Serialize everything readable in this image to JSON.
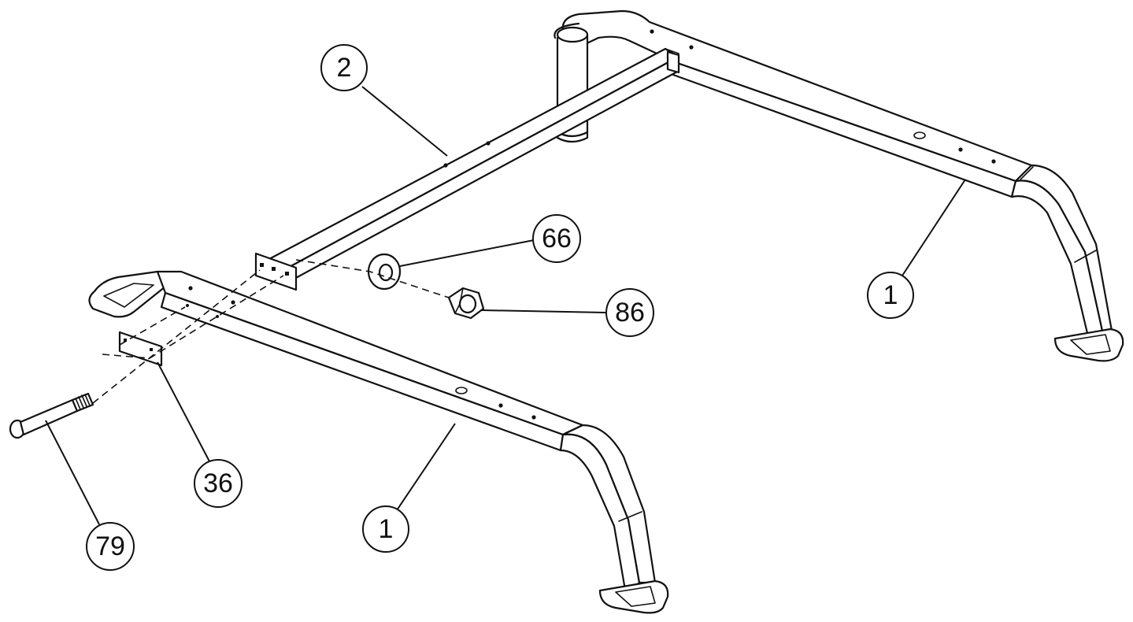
{
  "callouts": {
    "part_2": "2",
    "part_66": "66",
    "part_86": "86",
    "part_1_rear": "1",
    "part_1_front": "1",
    "part_36": "36",
    "part_79": "79"
  }
}
